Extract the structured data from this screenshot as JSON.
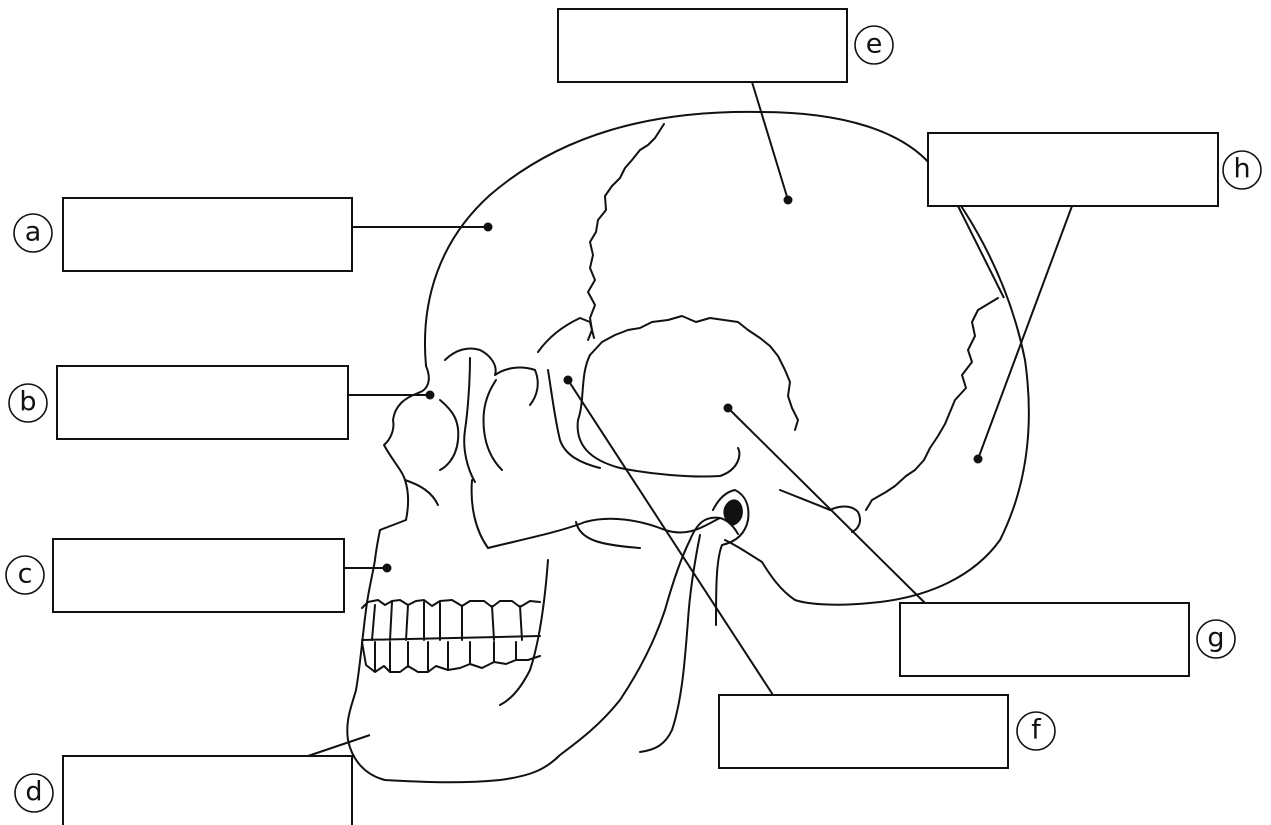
{
  "labels": [
    {
      "id": "a",
      "text": "a",
      "answer": ""
    },
    {
      "id": "b",
      "text": "b",
      "answer": ""
    },
    {
      "id": "c",
      "text": "c",
      "answer": ""
    },
    {
      "id": "d",
      "text": "d",
      "answer": ""
    },
    {
      "id": "e",
      "text": "e",
      "answer": ""
    },
    {
      "id": "f",
      "text": "f",
      "answer": ""
    },
    {
      "id": "g",
      "text": "g",
      "answer": ""
    },
    {
      "id": "h",
      "text": "h",
      "answer": ""
    }
  ]
}
